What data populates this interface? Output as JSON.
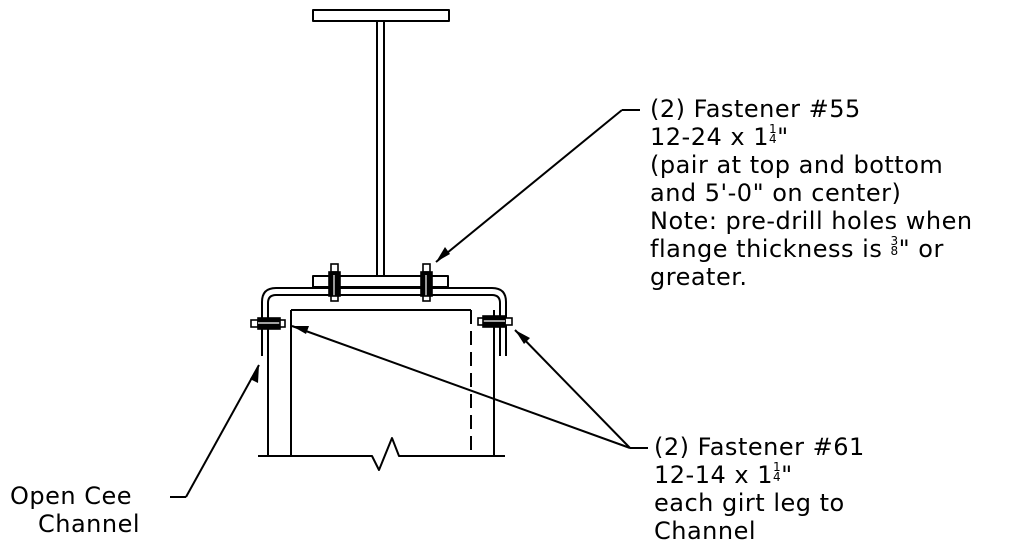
{
  "callout_fastener_55": {
    "lines": [
      "(2) Fastener #55",
      "12-24 x 1",
      "(pair at top and bottom",
      "and 5'-0\" on center)",
      "Note: pre-drill holes when",
      "flange thickness is ",
      "greater."
    ],
    "frac_1_num": "1",
    "frac_1_den": "4",
    "frac_1_suffix": "\"",
    "frac_2_num": "3",
    "frac_2_den": "8",
    "frac_2_suffix": "\" or"
  },
  "callout_fastener_61": {
    "lines": [
      "(2) Fastener #61",
      "12-14 x 1",
      "each girt leg to",
      "Channel"
    ],
    "frac_num": "1",
    "frac_den": "4",
    "frac_suffix": "\""
  },
  "callout_open_cee": {
    "lines": [
      "Open Cee",
      "Channel"
    ]
  },
  "colors": {
    "line": "#000000",
    "background": "#ffffff"
  },
  "icons": [
    "fastener-icon"
  ]
}
